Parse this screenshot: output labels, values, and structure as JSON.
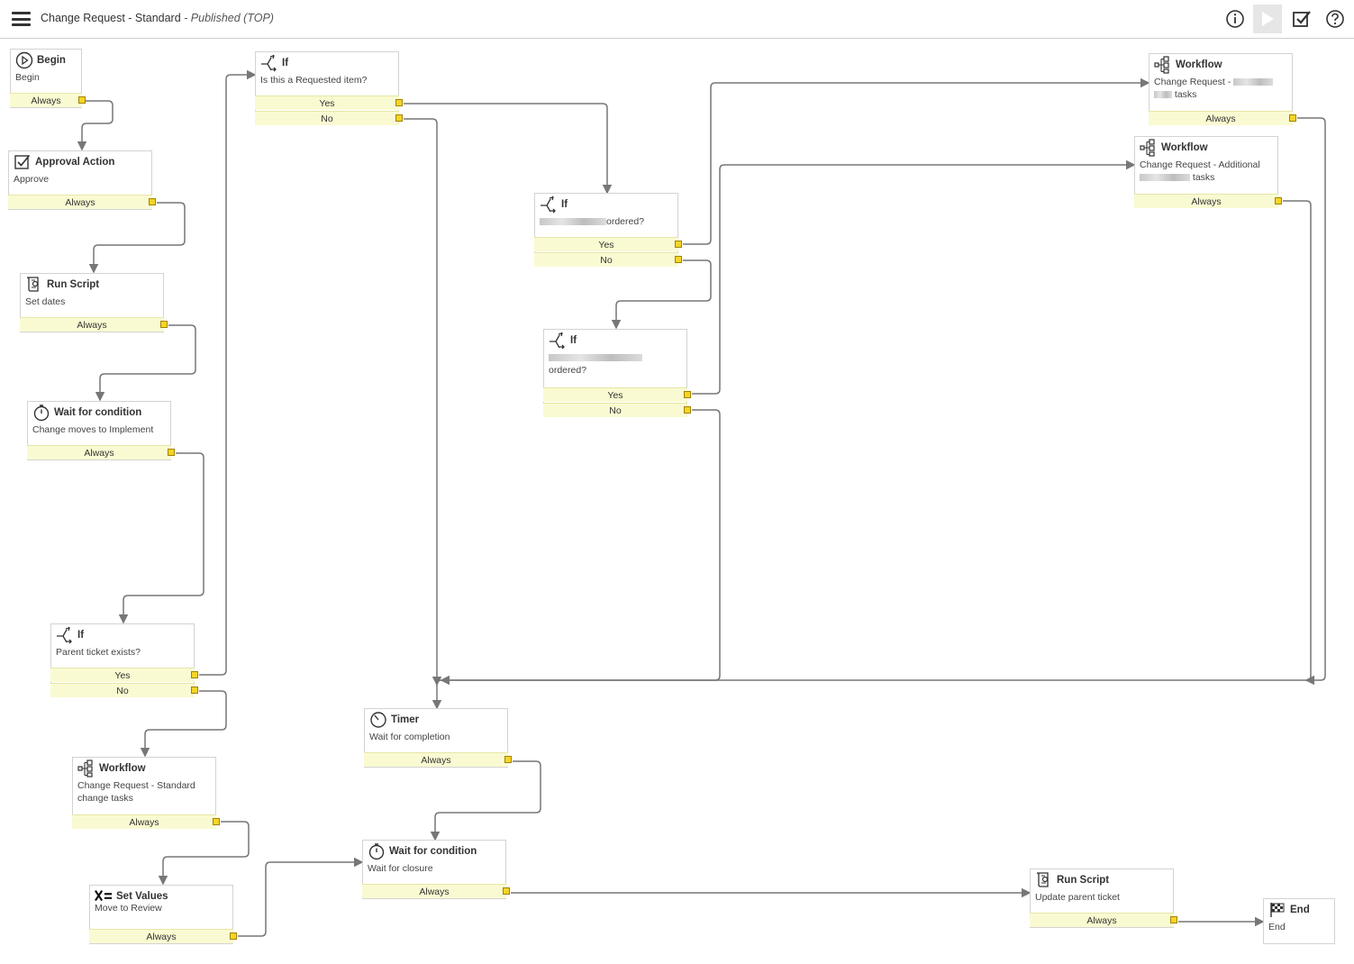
{
  "header": {
    "title": "Change Request - Standard",
    "subtitle": "- Published  (TOP)"
  },
  "toolbar": {
    "icons": [
      "menu-icon",
      "info-icon",
      "play-icon",
      "checkbox-icon",
      "help-icon"
    ]
  },
  "activities": {
    "begin": {
      "type": "Begin",
      "desc": "Begin",
      "cond": [
        "Always"
      ]
    },
    "approval": {
      "type": "Approval Action",
      "desc": "Approve",
      "cond": [
        "Always"
      ]
    },
    "script1": {
      "type": "Run Script",
      "desc": "Set dates",
      "cond": [
        "Always"
      ]
    },
    "wait1": {
      "type": "Wait for condition",
      "desc": "Change moves to Implement",
      "cond": [
        "Always"
      ]
    },
    "if_parent": {
      "type": "If",
      "desc": "Parent ticket exists?",
      "cond": [
        "Yes",
        "No"
      ]
    },
    "wf_standard": {
      "type": "Workflow",
      "desc_line1": "Change Request - Standard",
      "desc_line2": "change tasks",
      "cond": [
        "Always"
      ]
    },
    "setvalues": {
      "type": "Set Values",
      "desc": "Move to Review",
      "cond": [
        "Always"
      ]
    },
    "if_req": {
      "type": "If",
      "desc": "Is this a Requested item?",
      "cond": [
        "Yes",
        "No"
      ]
    },
    "if_a": {
      "type": "If",
      "desc": "ordered?",
      "cond": [
        "Yes",
        "No"
      ]
    },
    "if_b": {
      "type": "If",
      "desc": "ordered?",
      "cond": [
        "Yes",
        "No"
      ]
    },
    "timer": {
      "type": "Timer",
      "desc": "Wait for completion",
      "cond": [
        "Always"
      ]
    },
    "wait2": {
      "type": "Wait for condition",
      "desc": "Wait for closure",
      "cond": [
        "Always"
      ]
    },
    "wf_a": {
      "type": "Workflow",
      "desc_line1": "Change Request -",
      "desc_line2": "tasks",
      "cond": [
        "Always"
      ]
    },
    "wf_b": {
      "type": "Workflow",
      "desc_line1": "Change Request - Additional",
      "desc_line2": "tasks",
      "cond": [
        "Always"
      ]
    },
    "script2": {
      "type": "Run Script",
      "desc": "Update parent ticket",
      "cond": [
        "Always"
      ]
    },
    "end": {
      "type": "End",
      "desc": "End"
    }
  }
}
